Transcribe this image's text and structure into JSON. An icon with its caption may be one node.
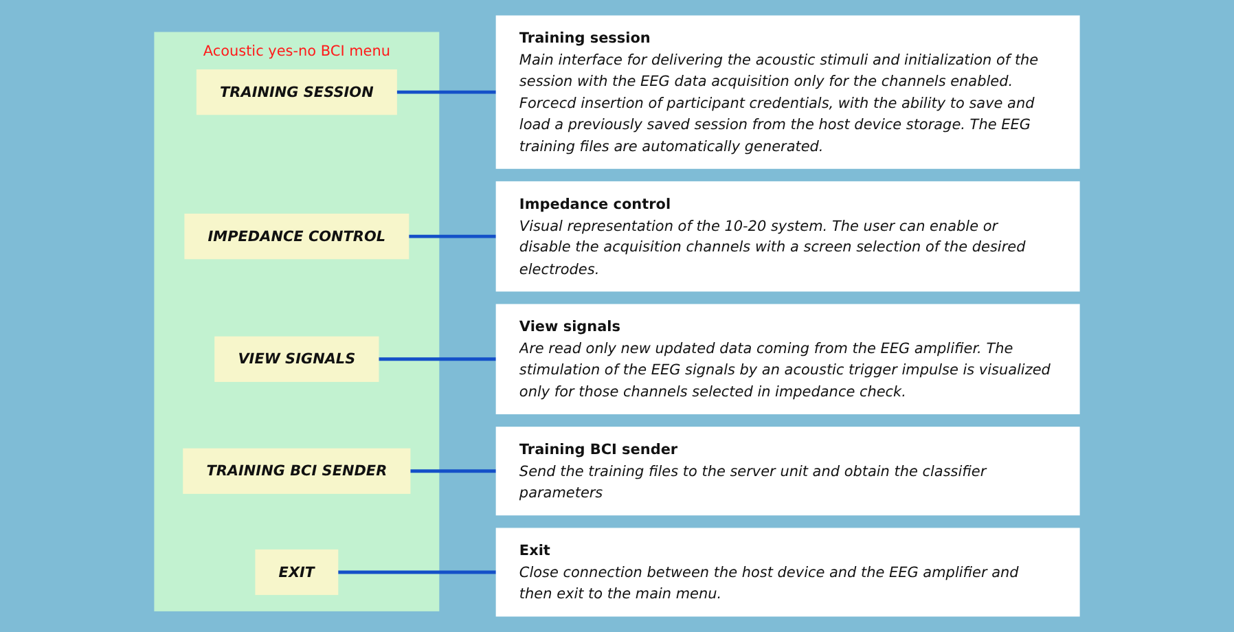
{
  "diagram": {
    "nodes": [
      {
        "text": [
          "Acoustic yes-no BCI menu"
        ]
      },
      {
        "text": [
          "TRAINING SESSION"
        ],
        "in": 0
      },
      {
        "text": [
          "IMPEDANCE CONTROL"
        ],
        "in": 0
      },
      {
        "text": [
          "VIEW SIGNALS"
        ],
        "in": 0
      },
      {
        "text": [
          "TRAINING BCI SENDER"
        ],
        "in": 0
      },
      {
        "text": [
          "EXIT"
        ],
        "in": 0
      },
      {
        "text": [
          "Training session",
          "Main interface for delivering the acoustic stimuli and initialization of the session with the EEG data acquisition only for the channels enabled. Forcecd insertion of participant credentials, with the ability to save and load a previously saved session from the host device storage. The EEG training files are automatically generated."
        ]
      },
      {
        "text": [
          "Impedance control",
          "Visual representation of the 10-20 system. The user can enable or disable the acquisition channels with a screen selection of the desired electrodes."
        ]
      },
      {
        "text": [
          "View signals",
          "Are read only new updated data coming from the EEG amplifier. The stimulation of the EEG signals by an acoustic trigger impulse is visualized only for those channels selected in impedance check."
        ]
      },
      {
        "text": [
          "Training BCI sender",
          "Send the training files to the server unit and obtain the classifier parameters"
        ]
      },
      {
        "text": [
          "Exit",
          "Close connection between the host device and the EEG amplifier and then exit to the main menu."
        ]
      }
    ],
    "edges": [
      {
        "from": 1,
        "to": 6,
        "arrow": "none"
      },
      {
        "from": 2,
        "to": 7,
        "arrow": "none"
      },
      {
        "from": 3,
        "to": 8,
        "arrow": "none"
      },
      {
        "from": 4,
        "to": 9,
        "arrow": "none"
      },
      {
        "from": 5,
        "to": 10,
        "arrow": "none"
      }
    ]
  }
}
